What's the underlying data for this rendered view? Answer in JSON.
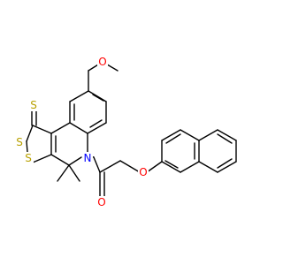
{
  "structure": {
    "atoms": [
      {
        "id": "O_methoxy",
        "symbol": "O",
        "label": "O",
        "color": "#ff0000"
      },
      {
        "id": "S_thione",
        "symbol": "S",
        "label": "S",
        "color": "#b8a000"
      },
      {
        "id": "S_ring_1",
        "symbol": "S",
        "label": "S",
        "color": "#b8a000"
      },
      {
        "id": "S_ring_2",
        "symbol": "S",
        "label": "S",
        "color": "#b8a000"
      },
      {
        "id": "N_ring",
        "symbol": "N",
        "label": "N",
        "color": "#0000ff"
      },
      {
        "id": "O_carbonyl",
        "symbol": "O",
        "label": "O",
        "color": "#ff0000"
      },
      {
        "id": "O_ether",
        "symbol": "O",
        "label": "O",
        "color": "#ff0000"
      }
    ],
    "bond_color": "#000000"
  }
}
